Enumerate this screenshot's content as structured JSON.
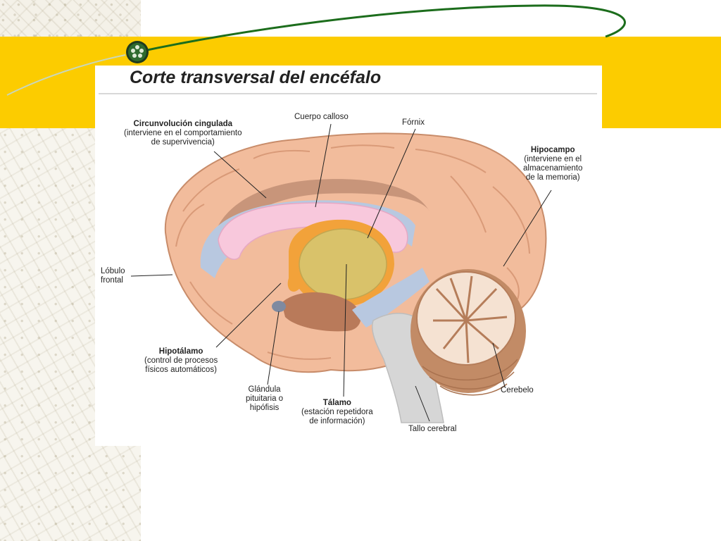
{
  "title": "Corte transversal del encéfalo",
  "labels": {
    "cingulada": {
      "title": "Circunvolución cingulada",
      "desc1": "(interviene en el comportamiento",
      "desc2": "de supervivencia)"
    },
    "calloso": {
      "title": "Cuerpo calloso"
    },
    "fornix": {
      "title": "Fórnix"
    },
    "hipocampo": {
      "title": "Hipocampo",
      "desc1": "(interviene en el",
      "desc2": "almacenamiento",
      "desc3": "de la memoria)"
    },
    "frontal": {
      "title1": "Lóbulo",
      "title2": "frontal"
    },
    "hipotalamo": {
      "title": "Hipotálamo",
      "desc1": "(control de procesos",
      "desc2": "físicos automáticos)"
    },
    "pituitaria": {
      "l1": "Glándula",
      "l2": "pituitaria o",
      "l3": "hipófisis"
    },
    "talamo": {
      "title": "Tálamo",
      "desc1": "(estación repetidora",
      "desc2": "de información)"
    },
    "cerebelo": {
      "title": "Cerebelo"
    },
    "tallo": {
      "title": "Tallo cerebral"
    }
  },
  "colors": {
    "band": "#fccc00",
    "brain_outer": "#f2bc9c",
    "brain_gyri": "#e2a07e",
    "cingulate": "#c8957a",
    "callosum": "#f8c8dc",
    "ventricle": "#b8c8e0",
    "fornix": "#f2a23a",
    "thalamus": "#d9c26a",
    "cerebellum": "#f5e2d2",
    "cerebellum_dark": "#c28b66",
    "brainstem": "#d6d6d6",
    "hypothalamus": "#b97a5a",
    "pituitary": "#7f8aa0",
    "line": "#222222",
    "arc": "#1c6d1c"
  }
}
